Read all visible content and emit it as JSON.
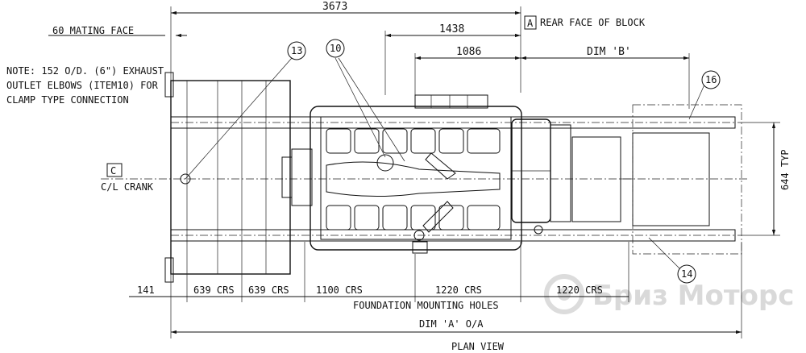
{
  "dimensions": {
    "overall_top": "3673",
    "mating_face": "60 MATING FACE",
    "to_block": "1438",
    "to_mid": "1086",
    "dim_b": "DIM 'B'",
    "width_typ": "644 TYP",
    "d141": "141",
    "crs_1": "639 CRS",
    "crs_2": "639 CRS",
    "crs_3": "1100 CRS",
    "crs_4": "1220 CRS",
    "crs_5": "1220 CRS",
    "foundation": "FOUNDATION MOUNTING HOLES",
    "dim_a": "DIM 'A' O/A"
  },
  "labels": {
    "rear_face_tag": "A",
    "rear_face": "REAR FACE OF BLOCK",
    "crank_tag": "C",
    "crank": "C/L CRANK",
    "view_title": "PLAN VIEW"
  },
  "note": {
    "line1": "NOTE: 152 O/D. (6\") EXHAUST",
    "line2": "OUTLET ELBOWS (ITEM10) FOR",
    "line3": "CLAMP TYPE CONNECTION"
  },
  "balloons": {
    "b13": "13",
    "b10": "10",
    "b16": "16",
    "b14": "14"
  },
  "watermark": "Бриз Моторс"
}
